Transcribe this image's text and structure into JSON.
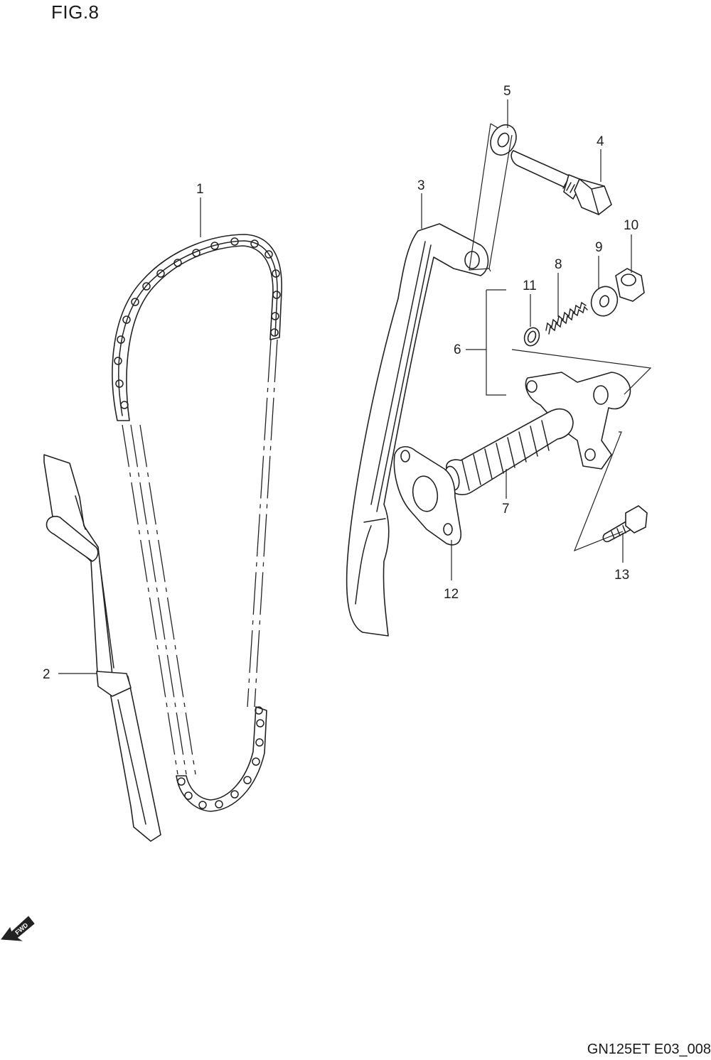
{
  "figure": {
    "title": "FIG.8",
    "code": "GN125ET E03_008"
  },
  "callouts": {
    "c1": "1",
    "c2": "2",
    "c3": "3",
    "c4": "4",
    "c5": "5",
    "c6": "6",
    "c7": "7",
    "c8": "8",
    "c9": "9",
    "c10": "10",
    "c11": "11",
    "c12": "12",
    "c13": "13"
  },
  "fwd_marker": {
    "label": "FWD",
    "icon": "fwd-arrow-icon"
  }
}
